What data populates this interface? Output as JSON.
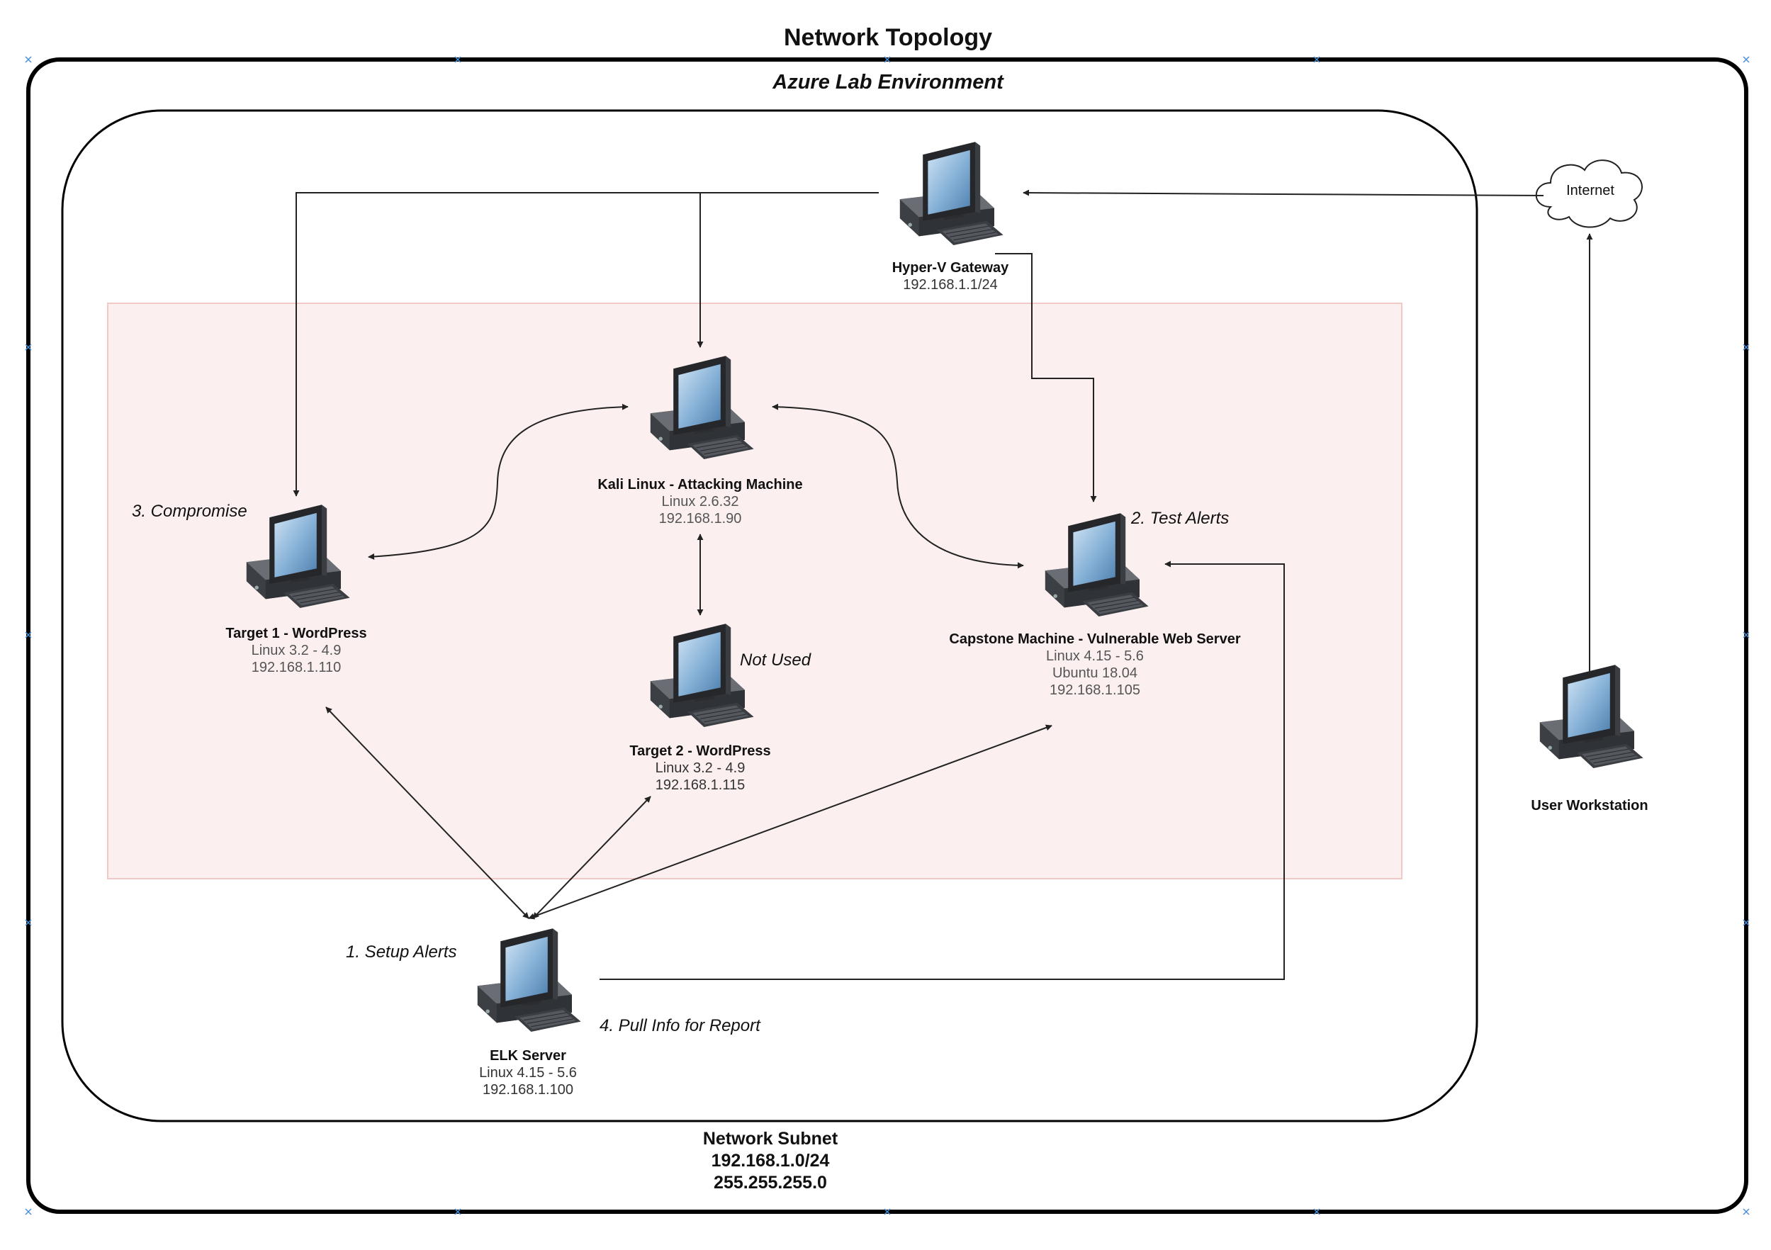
{
  "title": "Network Topology",
  "environment": "Azure Lab Environment",
  "subnet": {
    "name": "Network Subnet",
    "cidr": "192.168.1.0/24",
    "mask": "255.255.255.0"
  },
  "internet": "Internet",
  "nodes": {
    "gateway": {
      "name": "Hyper-V Gateway",
      "lines": [
        "192.168.1.1/24"
      ]
    },
    "kali": {
      "name": "Kali Linux - Attacking Machine",
      "lines": [
        "Linux 2.6.32",
        "192.168.1.90"
      ]
    },
    "target1": {
      "name": "Target 1 - WordPress",
      "lines": [
        "Linux 3.2 - 4.9",
        "192.168.1.110"
      ]
    },
    "target2": {
      "name": "Target 2 - WordPress",
      "lines": [
        "Linux 3.2 - 4.9",
        "192.168.1.115"
      ]
    },
    "capstone": {
      "name": "Capstone Machine - Vulnerable Web Server",
      "lines": [
        "Linux 4.15 - 5.6",
        "Ubuntu 18.04",
        "192.168.1.105"
      ]
    },
    "elk": {
      "name": "ELK Server",
      "lines": [
        "Linux 4.15 - 5.6",
        "192.168.1.100"
      ]
    },
    "workstation": {
      "name": "User Workstation",
      "lines": []
    }
  },
  "annotations": {
    "compromise": "3. Compromise",
    "test_alerts": "2. Test Alerts",
    "not_used": "Not Used",
    "setup_alerts": "1. Setup Alerts",
    "pull_info": "4. Pull Info for Report"
  },
  "colors": {
    "subnet_fill": "#fbf0ef",
    "subnet_border": "#f2c9c6",
    "screen": "#9fc3e2",
    "computer_body": "#4a4d52",
    "line": "#222222"
  }
}
